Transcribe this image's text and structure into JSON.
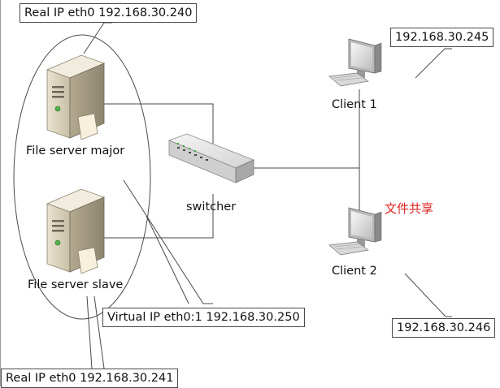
{
  "labels": {
    "real_ip_major": "Real IP eth0 192.168.30.240",
    "real_ip_slave": "Real IP eth0 192.168.30.241",
    "virtual_ip": "Virtual IP eth0:1 192.168.30.250",
    "client1_ip": "192.168.30.245",
    "client2_ip": "192.168.30.246",
    "server_major": "File server major",
    "server_slave": "File server slave",
    "switcher": "switcher",
    "client1": "Client 1",
    "client2": "Client 2",
    "annotation_cn": "文件共享"
  },
  "colors": {
    "line": "#4a4a4a",
    "annotation": "#e02020"
  }
}
